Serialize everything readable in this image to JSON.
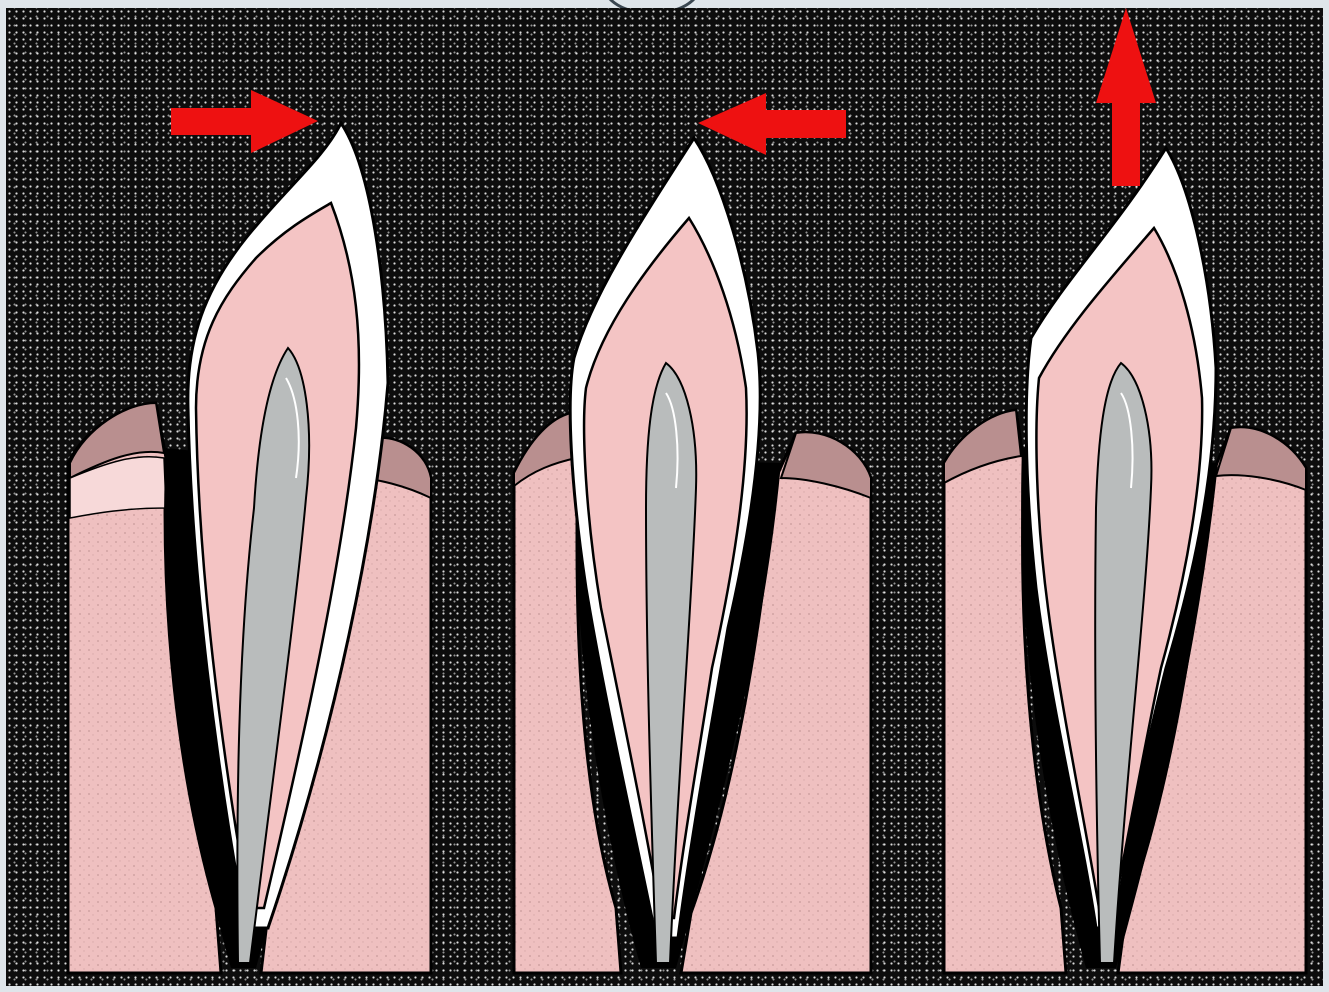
{
  "colors": {
    "background": "#0d0d0d",
    "frame": "#dfe5ea",
    "enamel": "#ffffff",
    "dentin": "#f4c4c4",
    "pulp": "#b9bcbc",
    "bone": "#efc0c0",
    "gum": "#b98f8f",
    "arrow": "#ee1111"
  },
  "panels": [
    {
      "force_direction": "right"
    },
    {
      "force_direction": "left"
    },
    {
      "force_direction": "up"
    }
  ]
}
